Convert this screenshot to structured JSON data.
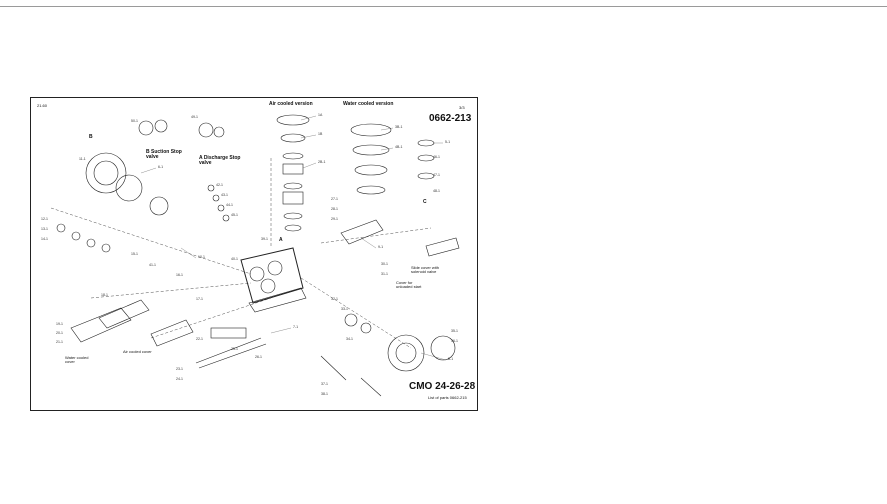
{
  "sheet": {
    "corner_code": "21.60",
    "page_ref": "3/3",
    "air_cooled_label": "Air cooled version",
    "water_cooled_label": "Water cooled version",
    "part_number": "0662-213",
    "model_label": "CMO 24-26-28",
    "list_of_parts": "List of parts 0662-215",
    "suction_valve": "B Suction Stop valve",
    "discharge_valve": "A Discharge Stop valve",
    "water_cooled_cover": "Water cooled cover",
    "air_cooled_cover": "Air cooled cover",
    "cover_unloaded": "Cover for unloaded start",
    "slide_cover_label": "Slide cover with solenoid valve",
    "label_a": "A",
    "label_b": "B",
    "label_c": "C"
  },
  "colors": {
    "line": "#222222",
    "page": "#ffffff",
    "rule": "#9a9a9a"
  },
  "callouts": [
    "1A",
    "1B",
    "2B-1",
    "3B-1",
    "4B-1",
    "5-1",
    "6-1",
    "7-1",
    "8-1",
    "9-1",
    "10-1",
    "11-1",
    "12-1",
    "13-1",
    "14-1",
    "15-1",
    "16-1",
    "17-1",
    "18-1",
    "19-1",
    "20-1",
    "21-1",
    "22-1",
    "23-1",
    "24-1",
    "25-1",
    "26-1",
    "27-1",
    "28-1",
    "29-1",
    "30-1",
    "31-1",
    "32-1",
    "33-1",
    "34-1",
    "35-1",
    "36-1",
    "37-1",
    "38-1",
    "39-1",
    "40-1",
    "41-1",
    "42-1",
    "43-1",
    "44-1",
    "45-1",
    "46-1",
    "47-1",
    "48-1",
    "49-1",
    "50-1"
  ]
}
